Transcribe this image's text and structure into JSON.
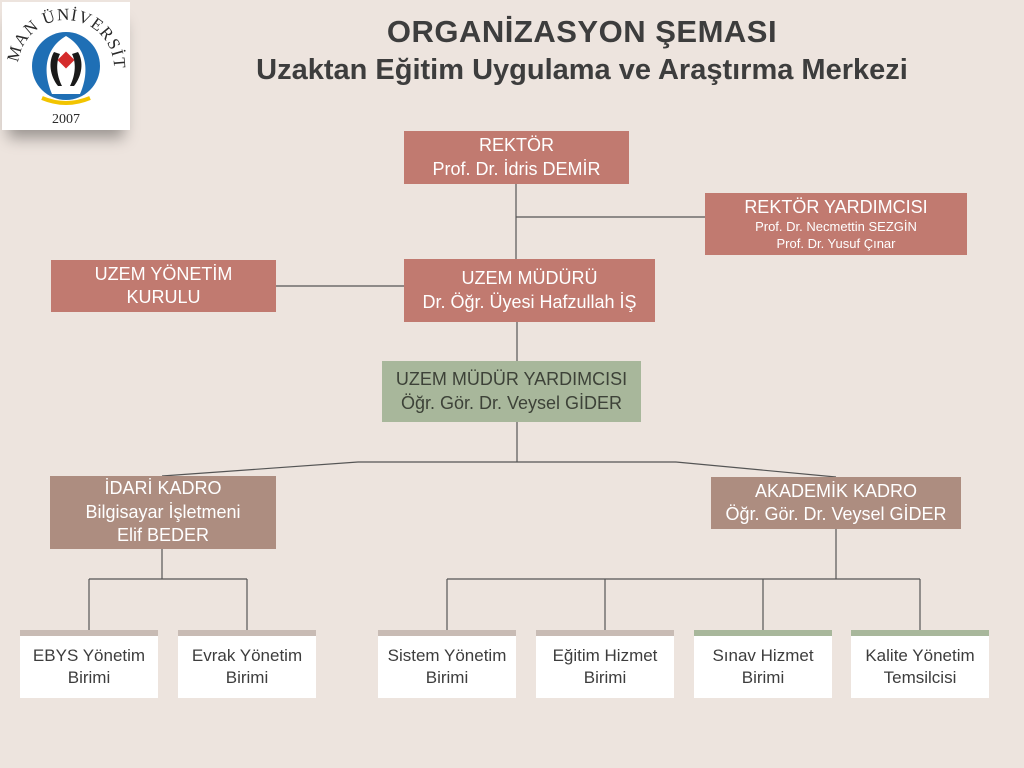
{
  "header": {
    "title": "ORGANİZASYON ŞEMASI",
    "subtitle": "Uzaktan Eğitim Uygulama ve Araştırma Merkezi"
  },
  "logo": {
    "text": "BATMAN ÜNİVERSİTESİ",
    "year": "2007"
  },
  "nodes": {
    "rektor": {
      "title": "REKTÖR",
      "name": "Prof. Dr. İdris DEMİR"
    },
    "rektor_yardimcisi": {
      "title": "REKTÖR YARDIMCISI",
      "name1": "Prof. Dr. Necmettin SEZGİN",
      "name2": "Prof. Dr. Yusuf Çınar"
    },
    "uzem_yonetim": {
      "line1": "UZEM YÖNETİM",
      "line2": "KURULU"
    },
    "uzem_muduru": {
      "title": "UZEM MÜDÜRÜ",
      "name": "Dr. Öğr. Üyesi Hafzullah İŞ"
    },
    "uzem_mudur_yardimcisi": {
      "title": "UZEM MÜDÜR YARDIMCISI",
      "name": "Öğr. Gör. Dr. Veysel GİDER"
    },
    "idari_kadro": {
      "title": "İDARİ KADRO",
      "role": "Bilgisayar İşletmeni",
      "name": "Elif BEDER"
    },
    "akademik_kadro": {
      "title": "AKADEMİK KADRO",
      "name": "Öğr. Gör. Dr. Veysel GİDER"
    }
  },
  "units": [
    {
      "line1": "EBYS Yönetim",
      "line2": "Birimi"
    },
    {
      "line1": "Evrak Yönetim",
      "line2": "Birimi"
    },
    {
      "line1": "Sistem Yönetim",
      "line2": "Birimi"
    },
    {
      "line1": "Eğitim Hizmet",
      "line2": "Birimi"
    },
    {
      "line1": "Sınav Hizmet",
      "line2": "Birimi"
    },
    {
      "line1": "Kalite Yönetim",
      "line2": "Temsilcisi"
    }
  ],
  "colors": {
    "background": "#ede4de",
    "management_box": "#c17a70",
    "deputy_box": "#a8b79b",
    "staff_box": "#ad8d80",
    "connector": "#555555"
  }
}
